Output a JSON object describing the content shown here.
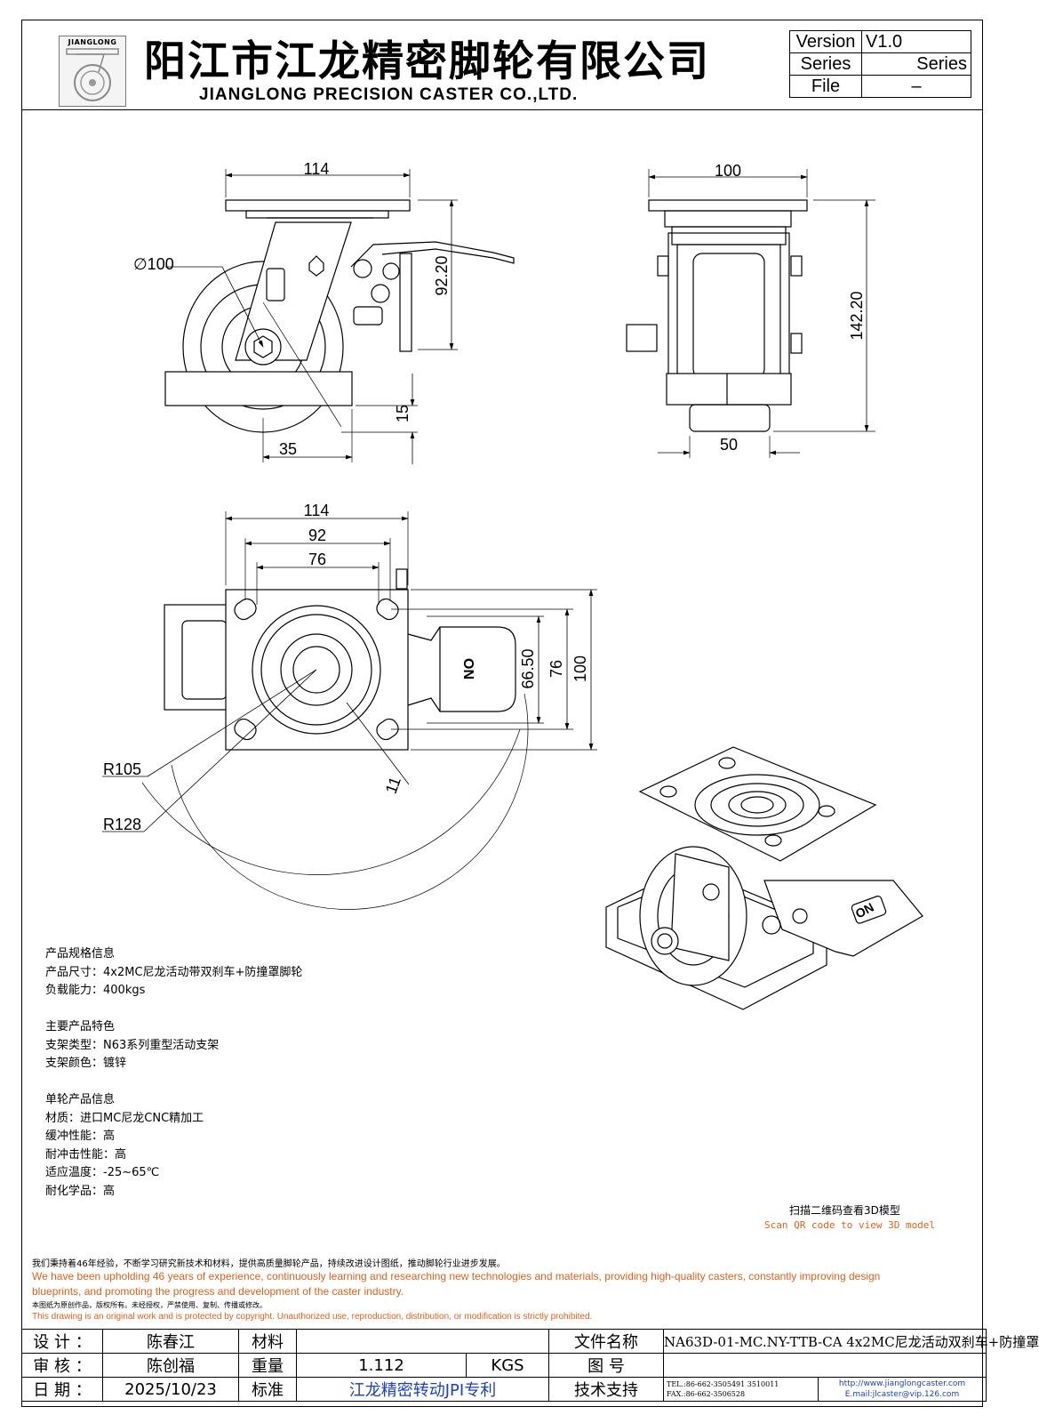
{
  "header": {
    "logo_text": "JIANGLONG",
    "title_cn": "阳江市江龙精密脚轮有限公司",
    "title_en": "JIANGLONG PRECISION CASTER CO.,LTD."
  },
  "meta": {
    "version_label": "Version",
    "version_value": "V1.0",
    "series_label": "Series",
    "series_value": "Series",
    "file_label": "File",
    "file_value": "–"
  },
  "dimensions": {
    "side_width": "114",
    "side_front_width": "100",
    "wheel_dia": "∅100",
    "height_92": "92.20",
    "height_total": "142.20",
    "offset_15": "15",
    "offset_35": "35",
    "tread_50": "50",
    "top_114": "114",
    "top_92": "92",
    "top_76": "76",
    "top_66": "66.50",
    "top_76b": "76",
    "top_100": "100",
    "r105": "R105",
    "r128": "R128",
    "hole_11": "11",
    "on_label": "ON"
  },
  "specs": {
    "info_title": "产品规格信息",
    "size": "产品尺寸：4x2MC尼龙活动带双刹车+防撞罩脚轮",
    "load": "负载能力：400kgs",
    "features_title": "主要产品特色",
    "bracket_type": "支架类型：N63系列重型活动支架",
    "bracket_color": "支架颜色：镀锌",
    "wheel_title": "单轮产品信息",
    "material": "材质：进口MC尼龙CNC精加工",
    "cushion": "缓冲性能：高",
    "impact": "耐冲击性能：高",
    "temp": "适应温度：-25~65℃",
    "chem": "耐化学品：高"
  },
  "qr": {
    "cn": "扫描二维码查看3D模型",
    "en": "Scan QR code to view 3D model"
  },
  "statement": {
    "cn1": "我们秉持着46年经验，不断学习研究新技术和材料，提供高质量脚轮产品，持续改进设计图纸，推动脚轮行业进步发展。",
    "en1a": "We have been upholding 46 years of experience, continuously learning and researching new technologies and materials, providing high-quality casters, constantly improving design",
    "en1b": "blueprints, and promoting the progress and development of the caster industry.",
    "cn2": "本图纸为原创作品，版权所有。未经授权，严禁使用、复制、传播或修改。",
    "en2": "This drawing is an original work and is protected by copyright. Unauthorized use, reproduction, distribution, or modification is strictly prohibited."
  },
  "titleblock": {
    "design_label": "设 计 ：",
    "design_value": "陈春江",
    "material_label": "材料",
    "material_value": "",
    "filename_label": "文件名称",
    "filename_value": "NA63D-01-MC.NY-TTB-CA 4x2MC尼龙活动双刹车+防撞罩",
    "review_label": "审 核 ：",
    "review_value": "陈创福",
    "weight_label": "重量",
    "weight_value": "1.112",
    "weight_unit": "KGS",
    "drawno_label": "图        号",
    "drawno_value": "",
    "date_label": "日 期 ：",
    "date_value": "2025/10/23",
    "standard_label": "标准",
    "standard_value": "江龙精密转动JPI专利",
    "support_label": "技术支持",
    "tel": "TEL.:86-662-3505491 3510011",
    "fax": "FAX.:86-662-3506528",
    "web": "http://www.jianglongcaster.com",
    "email": "E.mail:jlcaster@vip.126.com"
  }
}
